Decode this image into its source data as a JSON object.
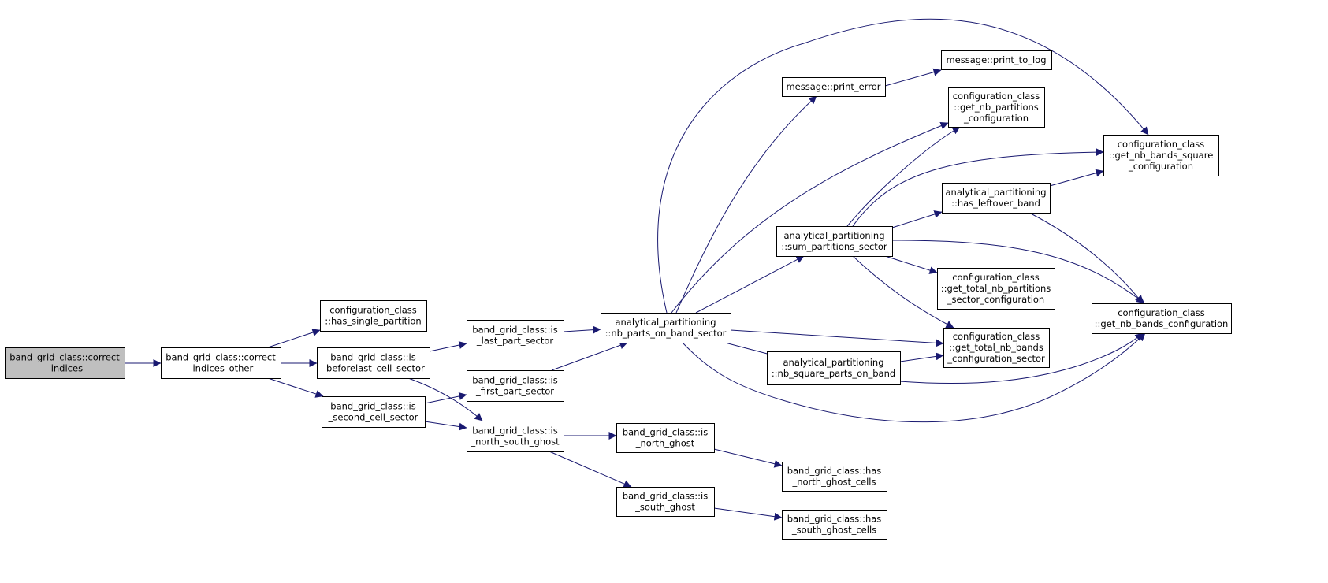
{
  "graph": {
    "nodes": [
      {
        "id": "root",
        "lines": [
          "band_grid_class::correct",
          "_indices"
        ],
        "highlight": true
      },
      {
        "id": "cio",
        "lines": [
          "band_grid_class::correct",
          "_indices_other"
        ]
      },
      {
        "id": "hsp",
        "lines": [
          "configuration_class",
          "::has_single_partition"
        ]
      },
      {
        "id": "ibcs",
        "lines": [
          "band_grid_class::is",
          "_beforelast_cell_sector"
        ]
      },
      {
        "id": "iscs",
        "lines": [
          "band_grid_class::is",
          "_second_cell_sector"
        ]
      },
      {
        "id": "ilps",
        "lines": [
          "band_grid_class::is",
          "_last_part_sector"
        ]
      },
      {
        "id": "ifps",
        "lines": [
          "band_grid_class::is",
          "_first_part_sector"
        ]
      },
      {
        "id": "insg",
        "lines": [
          "band_grid_class::is",
          "_north_south_ghost"
        ]
      },
      {
        "id": "npbs",
        "lines": [
          "analytical_partitioning",
          "::nb_parts_on_band_sector"
        ]
      },
      {
        "id": "ing",
        "lines": [
          "band_grid_class::is",
          "_north_ghost"
        ]
      },
      {
        "id": "isg",
        "lines": [
          "band_grid_class::is",
          "_south_ghost"
        ]
      },
      {
        "id": "hngc",
        "lines": [
          "band_grid_class::has",
          "_north_ghost_cells"
        ]
      },
      {
        "id": "hsgc",
        "lines": [
          "band_grid_class::has",
          "_south_ghost_cells"
        ]
      },
      {
        "id": "perr",
        "lines": [
          "message::print_error"
        ]
      },
      {
        "id": "plog",
        "lines": [
          "message::print_to_log"
        ]
      },
      {
        "id": "sps",
        "lines": [
          "analytical_partitioning",
          "::sum_partitions_sector"
        ]
      },
      {
        "id": "nspb",
        "lines": [
          "analytical_partitioning",
          "::nb_square_parts_on_band"
        ]
      },
      {
        "id": "gnpc",
        "lines": [
          "configuration_class",
          "::get_nb_partitions",
          "_configuration"
        ]
      },
      {
        "id": "hlb",
        "lines": [
          "analytical_partitioning",
          "::has_leftover_band"
        ]
      },
      {
        "id": "gtnpsc",
        "lines": [
          "configuration_class",
          "::get_total_nb_partitions",
          "_sector_configuration"
        ]
      },
      {
        "id": "gtnbcs",
        "lines": [
          "configuration_class",
          "::get_total_nb_bands",
          "_configuration_sector"
        ]
      },
      {
        "id": "gnbsc",
        "lines": [
          "configuration_class",
          "::get_nb_bands_square",
          "_configuration"
        ]
      },
      {
        "id": "gnbc",
        "lines": [
          "configuration_class",
          "::get_nb_bands_configuration"
        ]
      }
    ],
    "edges": [
      [
        "root",
        "cio"
      ],
      [
        "cio",
        "hsp"
      ],
      [
        "cio",
        "ibcs"
      ],
      [
        "cio",
        "iscs"
      ],
      [
        "ibcs",
        "ilps"
      ],
      [
        "ibcs",
        "insg"
      ],
      [
        "iscs",
        "ifps"
      ],
      [
        "iscs",
        "insg"
      ],
      [
        "ilps",
        "npbs"
      ],
      [
        "ifps",
        "npbs"
      ],
      [
        "insg",
        "ing"
      ],
      [
        "insg",
        "isg"
      ],
      [
        "ing",
        "hngc"
      ],
      [
        "isg",
        "hsgc"
      ],
      [
        "npbs",
        "perr"
      ],
      [
        "npbs",
        "gnbsc"
      ],
      [
        "npbs",
        "gnpc"
      ],
      [
        "npbs",
        "sps"
      ],
      [
        "npbs",
        "gtnbcs"
      ],
      [
        "npbs",
        "nspb"
      ],
      [
        "npbs",
        "gnbc"
      ],
      [
        "perr",
        "plog"
      ],
      [
        "sps",
        "gnpc"
      ],
      [
        "sps",
        "gnbsc"
      ],
      [
        "sps",
        "hlb"
      ],
      [
        "sps",
        "gtnpsc"
      ],
      [
        "sps",
        "gtnbcs"
      ],
      [
        "sps",
        "gnbc"
      ],
      [
        "hlb",
        "gnbsc"
      ],
      [
        "hlb",
        "gnbc"
      ],
      [
        "nspb",
        "gtnbcs"
      ],
      [
        "nspb",
        "gnbc"
      ]
    ],
    "colors": {
      "edge": "#191970",
      "root_fill": "#bfbfbf",
      "node_fill": "#ffffff",
      "border": "#000000"
    }
  }
}
